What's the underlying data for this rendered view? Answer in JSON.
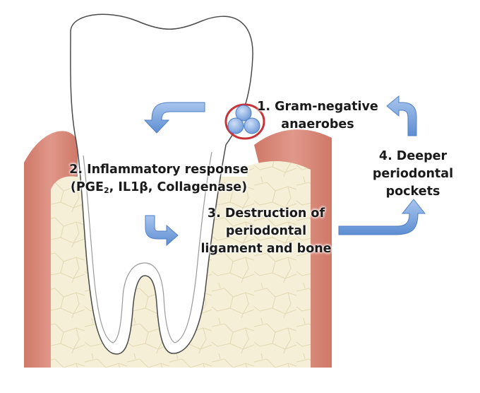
{
  "colors": {
    "gum": "#d98a7c",
    "gum_dark": "#c9705f",
    "bone": "#f4efd6",
    "bone_lines": "#e3d8b4",
    "tooth_outline": "#4a4a4a",
    "arrow": "#7aa3d9",
    "arrow_dark": "#4f7fc4",
    "bacteria": "#7ea6e0",
    "bacteria_ring": "#c8333b"
  },
  "labels": {
    "step1": {
      "line1": "1. Gram-negative",
      "line2": "anaerobes"
    },
    "step2": {
      "line1": "2. Inflammatory response",
      "line2_pre": "(PGE",
      "line2_sub": "2",
      "line2_post": ", IL1β, Collagenase)"
    },
    "step3": {
      "line1": "3. Destruction of",
      "line2": "periodontal",
      "line3": "ligament and bone"
    },
    "step4": {
      "line1": "4. Deeper",
      "line2": "periodontal",
      "line3": "pockets"
    }
  },
  "icons": [
    "bacteria-cluster-icon",
    "curved-arrow-icon"
  ]
}
